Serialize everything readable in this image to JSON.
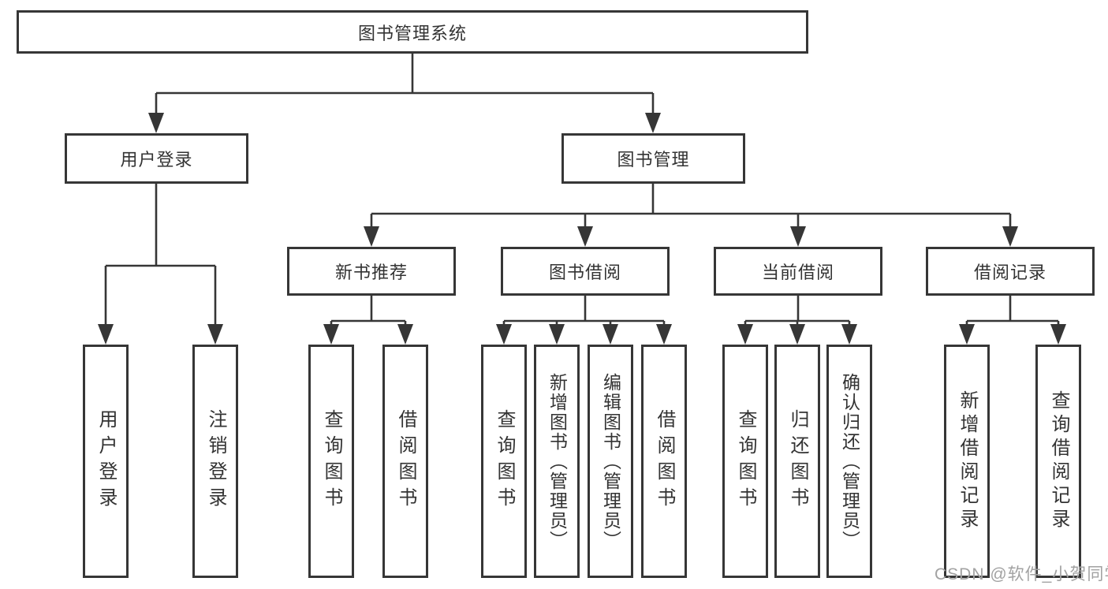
{
  "colors": {
    "line": "#363636",
    "text": "#333333",
    "watermark_text": "#a2a2a2",
    "background": "#ffffff"
  },
  "watermark": {
    "text": "CSDN @软件_小贺同学"
  },
  "tree": {
    "root": {
      "label": "图书管理系统"
    },
    "level2": [
      {
        "label": "用户登录"
      },
      {
        "label": "图书管理"
      }
    ],
    "level3": [
      {
        "label": "新书推荐"
      },
      {
        "label": "图书借阅"
      },
      {
        "label": "当前借阅"
      },
      {
        "label": "借阅记录"
      }
    ],
    "leaves": {
      "user_login": [
        {
          "label": "用户登录"
        },
        {
          "label": "注销登录"
        }
      ],
      "new_book_recommend": [
        {
          "label": "查询图书"
        },
        {
          "label": "借阅图书"
        }
      ],
      "book_borrow": [
        {
          "label": "查询图书"
        },
        {
          "label": "新增图书（管理员）"
        },
        {
          "label": "编辑图书（管理员）"
        },
        {
          "label": "借阅图书"
        }
      ],
      "current_borrow": [
        {
          "label": "查询图书"
        },
        {
          "label": "归还图书"
        },
        {
          "label": "确认归还（管理员）"
        }
      ],
      "borrow_record": [
        {
          "label": "新增借阅记录"
        },
        {
          "label": "查询借阅记录"
        }
      ]
    }
  }
}
